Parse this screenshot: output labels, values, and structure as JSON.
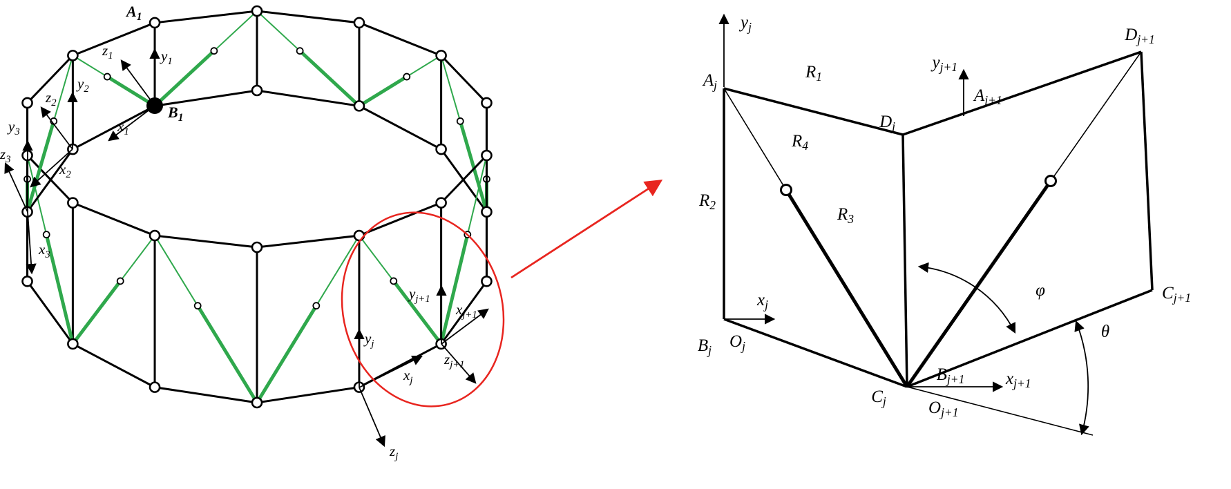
{
  "colors": {
    "member_black": "#000000",
    "brace_green": "#2fa84c",
    "highlight_red": "#e8251f"
  },
  "left": {
    "node_a_label": {
      "b": "A",
      "s": "1"
    },
    "node_b_label": {
      "b": "B",
      "s": "1"
    },
    "frames": {
      "f1": {
        "x": {
          "b": "x",
          "s": "1"
        },
        "y": {
          "b": "y",
          "s": "1"
        },
        "z": {
          "b": "z",
          "s": "1"
        }
      },
      "f2": {
        "x": {
          "b": "x",
          "s": "2"
        },
        "y": {
          "b": "y",
          "s": "2"
        },
        "z": {
          "b": "z",
          "s": "2"
        }
      },
      "f3": {
        "x": {
          "b": "x",
          "s": "3"
        },
        "y": {
          "b": "y",
          "s": "3"
        },
        "z": {
          "b": "z",
          "s": "3"
        }
      },
      "fj": {
        "x": {
          "b": "x",
          "s": "j"
        },
        "y": {
          "b": "y",
          "s": "j"
        },
        "z": {
          "b": "z",
          "s": "j"
        }
      },
      "fj1": {
        "x": {
          "b": "x",
          "s": "j+1"
        },
        "y": {
          "b": "y",
          "s": "j+1"
        },
        "z": {
          "b": "z",
          "s": "j+1"
        }
      }
    }
  },
  "right": {
    "labels": {
      "yj": {
        "b": "y",
        "s": "j"
      },
      "aj": {
        "b": "A",
        "s": "j"
      },
      "r1": {
        "b": "R",
        "s": "1"
      },
      "r2": {
        "b": "R",
        "s": "2"
      },
      "r3": {
        "b": "R",
        "s": "3"
      },
      "r4": {
        "b": "R",
        "s": "4"
      },
      "bj": {
        "b": "B",
        "s": "j"
      },
      "oj": {
        "b": "O",
        "s": "j"
      },
      "xj": {
        "b": "x",
        "s": "j"
      },
      "dj": {
        "b": "D",
        "s": "j"
      },
      "yj1": {
        "b": "y",
        "s": "j+1"
      },
      "aj1": {
        "b": "A",
        "s": "j+1"
      },
      "dj1": {
        "b": "D",
        "s": "j+1"
      },
      "cj1": {
        "b": "C",
        "s": "j+1"
      },
      "bj1": {
        "b": "B",
        "s": "j+1"
      },
      "xj1": {
        "b": "x",
        "s": "j+1"
      },
      "oj1": {
        "b": "O",
        "s": "j+1"
      },
      "cj": {
        "b": "C",
        "s": "j"
      },
      "phi": {
        "b": "φ",
        "s": ""
      },
      "theta": {
        "b": "θ",
        "s": ""
      }
    }
  }
}
